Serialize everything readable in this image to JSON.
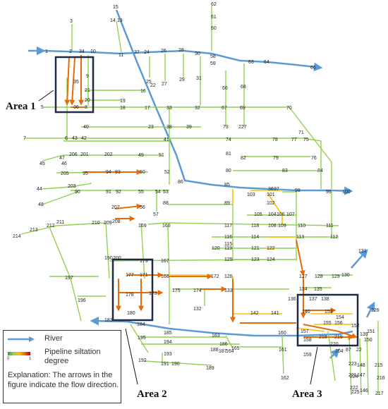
{
  "colors": {
    "river": "#5b9bd5",
    "pipe_low": "#92d050",
    "pipe_mid": "#ffc000",
    "pipe_high": "#e46c0a",
    "area_box": "#1f2a44"
  },
  "areas": [
    "Area 1",
    "Area 2",
    "Area 3"
  ],
  "legend": {
    "river": "River",
    "siltation": "Pipeline siltation degree",
    "tick_min": "0",
    "tick_max": "1",
    "explanation": "Explanation: The arrows in the figure indicate the flow direction."
  },
  "node_labels": [
    "1",
    "2",
    "3",
    "34",
    "10",
    "11",
    "37",
    "24",
    "26",
    "28",
    "30",
    "58",
    "59",
    "62",
    "61",
    "60",
    "63",
    "64",
    "65",
    "14",
    "13",
    "15",
    "35",
    "9",
    "36",
    "21",
    "20",
    "19",
    "16",
    "5",
    "8",
    "18",
    "17",
    "33",
    "32",
    "67",
    "69",
    "70",
    "22",
    "25",
    "27",
    "29",
    "31",
    "66",
    "68",
    "73",
    "227",
    "40",
    "23",
    "38",
    "39",
    "7",
    "6",
    "43",
    "42",
    "41",
    "74",
    "78",
    "77",
    "71",
    "75",
    "47",
    "46",
    "45",
    "206",
    "201",
    "202",
    "49",
    "51",
    "81",
    "82",
    "79",
    "76",
    "205",
    "95",
    "94",
    "93",
    "50",
    "52",
    "86",
    "80",
    "83",
    "84",
    "44",
    "203",
    "90",
    "91",
    "92",
    "55",
    "54",
    "53",
    "85",
    "36",
    "97",
    "98",
    "99",
    "100",
    "48",
    "88",
    "89",
    "102",
    "103",
    "101",
    "207",
    "56",
    "57",
    "208",
    "105",
    "104",
    "106",
    "107",
    "211",
    "212",
    "213",
    "214",
    "210",
    "209",
    "169",
    "166",
    "117",
    "118",
    "108",
    "109",
    "110",
    "111",
    "116",
    "115",
    "114",
    "113",
    "112",
    "120",
    "119",
    "121",
    "122",
    "123",
    "124",
    "125",
    "167",
    "190",
    "200",
    "179",
    "197",
    "196",
    "177",
    "171",
    "168",
    "172",
    "126",
    "127",
    "128",
    "129",
    "130",
    "131",
    "183",
    "178",
    "173",
    "174",
    "175",
    "132",
    "133",
    "134",
    "135",
    "137",
    "136",
    "138",
    "140",
    "141",
    "142",
    "180",
    "153",
    "154",
    "155",
    "156",
    "152",
    "151",
    "150",
    "139",
    "184",
    "185",
    "163",
    "160",
    "157",
    "158",
    "218",
    "219",
    "220",
    "204",
    "87",
    "226",
    "186",
    "164",
    "165",
    "161",
    "187",
    "188",
    "195",
    "194",
    "193",
    "192",
    "191",
    "190",
    "189",
    "162",
    "159",
    "22",
    "223",
    "215",
    "221",
    "148",
    "147",
    "146",
    "216",
    "217",
    "222",
    "224",
    "225"
  ]
}
